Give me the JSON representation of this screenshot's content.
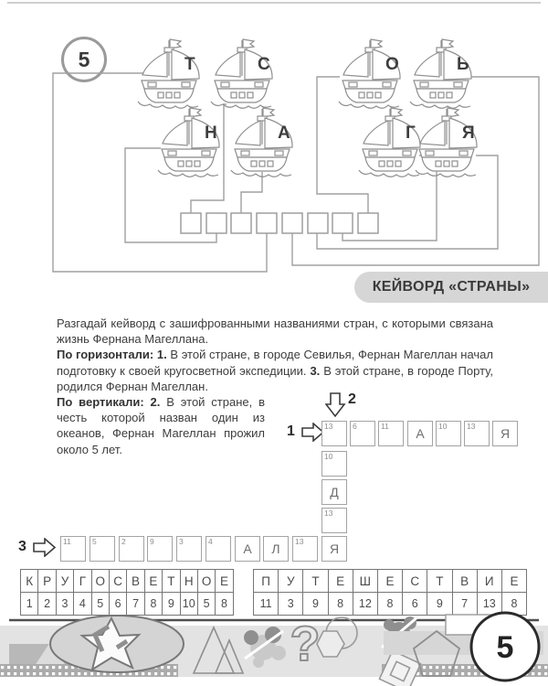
{
  "page": {
    "task_number": "5",
    "page_number": "5"
  },
  "ships": {
    "letters": [
      "Т",
      "С",
      "О",
      "Ь",
      "Н",
      "А",
      "Г",
      "Я"
    ],
    "answer_box_count": 8
  },
  "banner": {
    "title": "КЕЙВОРД «СТРАНЫ»"
  },
  "instructions": {
    "intro": "Разгадай кейворд с зашифрованными названиями стран, с которыми связана жизнь Фернана Магеллана.",
    "horizontal_label": "По горизонтали:",
    "clue1_num": "1.",
    "clue1": "В этой стране, в городе Севилья, Фернан Магеллан начал подготовку к своей кругосветной экспедиции.",
    "clue3_num": "3.",
    "clue3": "В этой стране, в городе Порту, родился Фернан Магеллан.",
    "vertical_label": "По вертикали:",
    "clue2_num": "2.",
    "clue2": "В этой стране, в честь которой назван один из океанов, Фернан Магеллан прожил около 5 лет."
  },
  "crossword": {
    "arrow1_label": "1",
    "arrow2_label": "2",
    "arrow3_label": "3",
    "row1_cells": [
      {
        "num": "13"
      },
      {
        "num": "6"
      },
      {
        "num": "11"
      },
      {
        "letter": "А"
      },
      {
        "num": "10"
      },
      {
        "num": "13"
      },
      {
        "letter": "Я"
      }
    ],
    "col2_cells": [
      {
        "num": "10"
      },
      {
        "letter": "Д"
      },
      {
        "num": "13"
      }
    ],
    "row3_cells": [
      {
        "num": "11"
      },
      {
        "num": "5"
      },
      {
        "num": "2"
      },
      {
        "num": "9"
      },
      {
        "num": "3"
      },
      {
        "num": "4"
      },
      {
        "letter": "А"
      },
      {
        "letter": "Л"
      },
      {
        "num": "13"
      },
      {
        "letter": "Я"
      }
    ]
  },
  "key_tables": {
    "left": {
      "letters": [
        "К",
        "Р",
        "У",
        "Г",
        "О",
        "С",
        "В",
        "Е",
        "Т",
        "Н",
        "О",
        "Е"
      ],
      "numbers": [
        "1",
        "2",
        "3",
        "4",
        "5",
        "6",
        "7",
        "8",
        "9",
        "10",
        "5",
        "8"
      ]
    },
    "right": {
      "letters": [
        "П",
        "У",
        "Т",
        "Е",
        "Ш",
        "Е",
        "С",
        "Т",
        "В",
        "И",
        "Е"
      ],
      "numbers": [
        "11",
        "3",
        "9",
        "8",
        "12",
        "8",
        "6",
        "9",
        "7",
        "13",
        "8"
      ]
    }
  },
  "colors": {
    "banner_bg": "#d6d6d6",
    "grid_border": "#a3a3a3",
    "footer_gray": "#e3e3e3",
    "ink": "#3d3d3d"
  }
}
